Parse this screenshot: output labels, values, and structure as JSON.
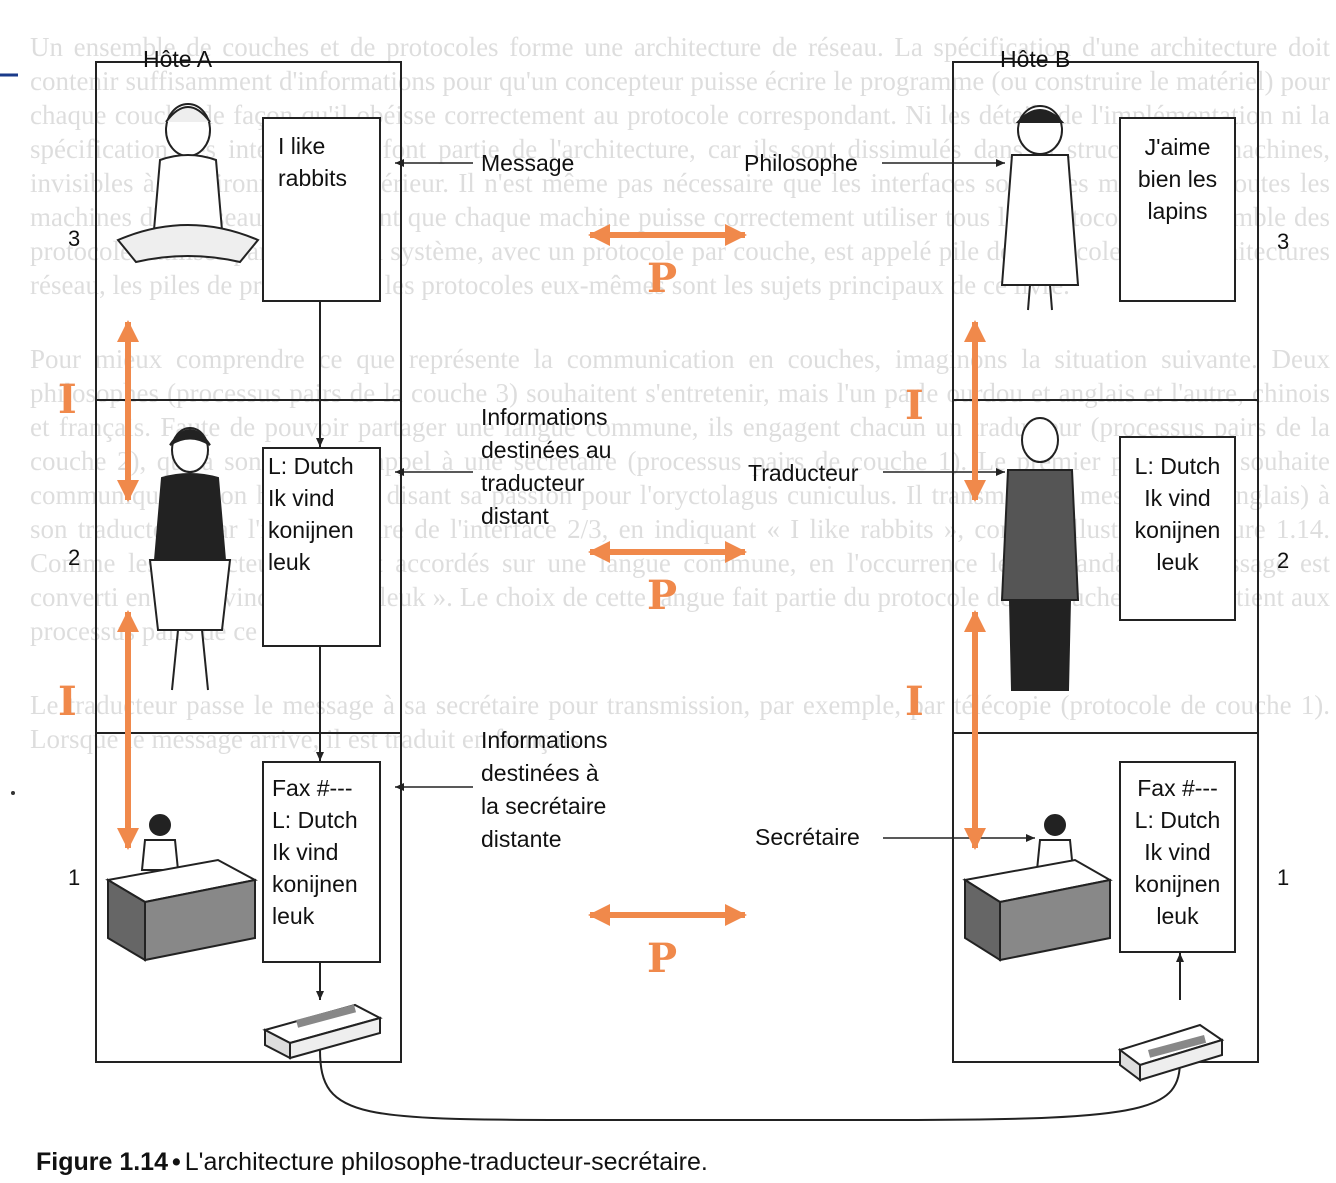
{
  "background_text": {
    "paragraphs": [
      "Un ensemble de couches et de protocoles forme une architecture de réseau. La spécification d'une architecture doit contenir suffisamment d'informations pour qu'un concepteur puisse écrire le programme (ou construire le matériel) pour chaque couche de façon qu'il obéisse correctement au protocole correspondant. Ni les détails de l'implémentation ni la spécification des interfaces ne font partie de l'architecture, car ils sont dissimulés dans la structure des machines, invisibles à l'environnement extérieur. Il n'est même pas nécessaire que les interfaces soient les mêmes sur toutes les machines d'un réseau, du moment que chaque machine puisse correctement utiliser tous les protocoles. L'ensemble des protocoles utilisés par un certain système, avec un protocole par couche, est appelé pile de protocoles. Les architectures réseau, les piles de protocoles et les protocoles eux-mêmes sont les sujets principaux de ce livre.",
      "Pour mieux comprendre ce que représente la communication en couches, imaginons la situation suivante. Deux philosophes (processus pairs de la couche 3) souhaitent s'entretenir, mais l'un parle ourdou et anglais et l'autre, chinois et français. Faute de pouvoir partager une langue commune, ils engagent chacun un traducteur (processus pairs de la couche 2), qui à son tour fait appel à une secrétaire (processus pairs de couche 1). Le premier philosophe souhaite communiquer à son homologue disant sa passion pour l'oryctolagus cuniculus. Il transmet son message (en anglais) à son traducteur, par l'intermédiaire de l'interface 2/3, en indiquant « I like rabbits », comme illustré à la figure 1.14. Comme les traducteurs se sont accordés sur une langue commune, en l'occurrence le néerlandais, le message est converti en : « Ik vind konijnen leuk ». Le choix de cette langue fait partie du protocole de la couche 2 et appartient aux processus pairs de ce niveau.",
      "Le traducteur passe le message à sa secrétaire pour transmission, par exemple, par télécopie (protocole de couche 1). Lorsque le message arrive, il est traduit en français"
    ]
  },
  "hosts": {
    "a": "Hôte A",
    "b": "Hôte B"
  },
  "layer_numbers": {
    "three": "3",
    "two": "2",
    "one": "1"
  },
  "host_a_boxes": {
    "layer3": "I like\nrabbits",
    "layer2": "L: Dutch\nIk vind\nkonijnen\nleuk",
    "layer1": "Fax #---\nL: Dutch\nIk vind\nkonijnen\nleuk"
  },
  "host_b_boxes": {
    "layer3": "J'aime\nbien les\nlapins",
    "layer2": "L: Dutch\nIk vind\nkonijnen\nleuk",
    "layer1": "Fax #---\nL: Dutch\nIk vind\nkonijnen\nleuk"
  },
  "middle_labels": {
    "message": "Message",
    "info_translator": "Informations\ndestinées au\ntraducteur\ndistant",
    "info_secretary": "Informations\ndestinées à\nla secrétaire\ndistante"
  },
  "role_labels": {
    "philosopher": "Philosophe",
    "translator": "Traducteur",
    "secretary": "Secrétaire"
  },
  "annotations": {
    "protocol": "P",
    "interface": "I"
  },
  "colors": {
    "annotation": "#f0894b",
    "line": "#222222"
  },
  "caption": {
    "figure": "Figure 1.14",
    "bullet": "•",
    "text": "L'architecture philosophe-traducteur-secrétaire."
  }
}
